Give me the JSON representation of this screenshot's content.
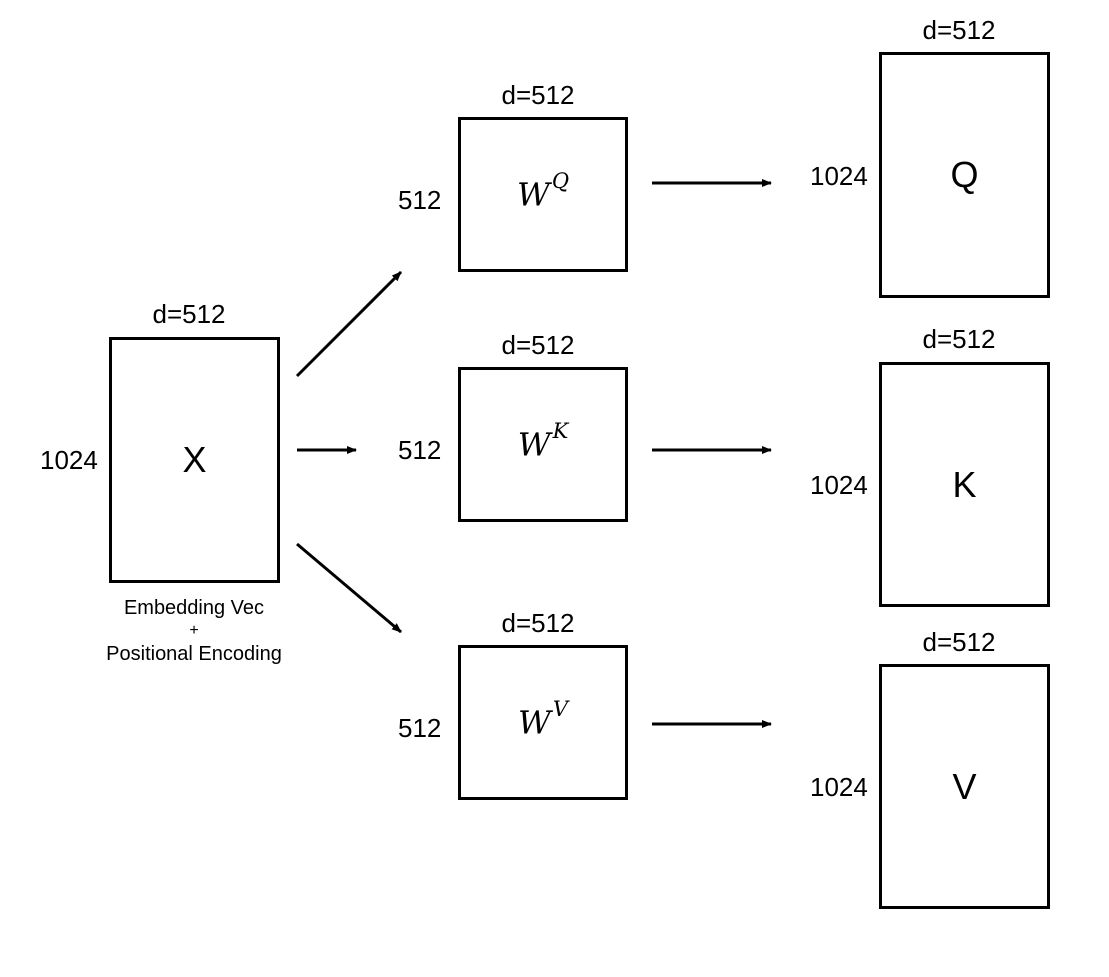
{
  "x_matrix": {
    "name": "X",
    "width_label": "d=512",
    "height_label": "1024",
    "caption_line1": "Embedding Vec",
    "caption_plus": "+",
    "caption_line2": "Positional Encoding"
  },
  "weights": [
    {
      "base": "W",
      "sup": "Q",
      "width_label": "d=512",
      "height_label": "512"
    },
    {
      "base": "W",
      "sup": "K",
      "width_label": "d=512",
      "height_label": "512"
    },
    {
      "base": "W",
      "sup": "V",
      "width_label": "d=512",
      "height_label": "512"
    }
  ],
  "outputs": [
    {
      "name": "Q",
      "width_label": "d=512",
      "height_label": "1024"
    },
    {
      "name": "K",
      "width_label": "d=512",
      "height_label": "1024"
    },
    {
      "name": "V",
      "width_label": "d=512",
      "height_label": "1024"
    }
  ]
}
